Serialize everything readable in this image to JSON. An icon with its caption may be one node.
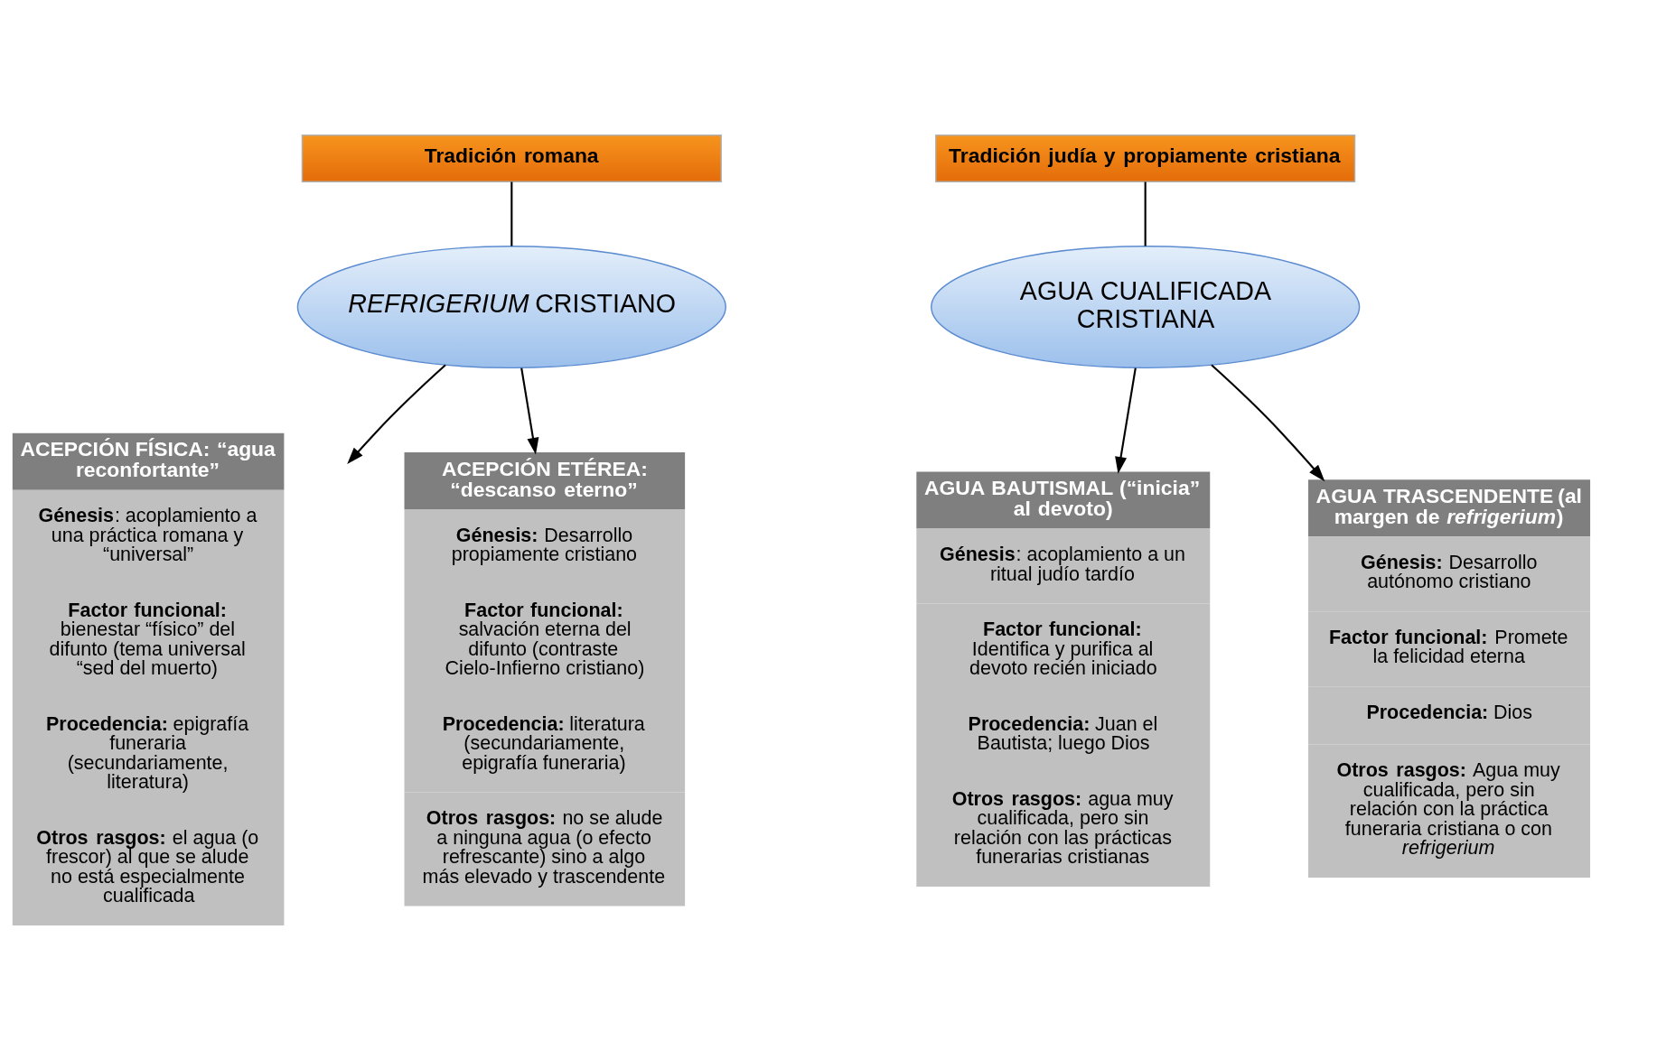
{
  "diagram": {
    "nodes": [
      {
        "text": [
          "Tradición  romana"
        ]
      },
      {
        "text": [
          "*REFRIGERIUM* CRISTIANO"
        ]
      },
      {
        "text": [
          "Tradición judía y propiamente cristiana"
        ]
      },
      {
        "text": [
          "AGUA CUALIFICADA CRISTIANA"
        ]
      },
      {
        "text": [
          "ACEPCIÓN FÍSICA: “agua reconfortante”",
          "**Génesis**: acoplamiento a una práctica romana y “universal”",
          "**Factor funcional:** bienestar “físico” del difunto (tema universal “sed del muerto)",
          "**Procedencia:** epigrafía funeraria (secundariamente, literatura)",
          "**Otros rasgos:** el agua (o frescor) al que se alude no está especialmente cualificada"
        ]
      },
      {
        "text": [
          "ACEPCIÓN ETÉREA: “descanso eterno”",
          "**Génesis:** Desarrollo propiamente cristiano",
          "**Factor funcional:** salvación eterna del difunto (contraste Cielo-Infierno cristiano)",
          "**Procedencia:** literatura (secundariamente, epigrafía funeraria)",
          "**Otros rasgos:** no se alude a ninguna agua (o efecto refrescante) sino a algo más elevado y trascendente"
        ]
      },
      {
        "text": [
          "AGUA BAUTISMAL (“inicia” al devoto)",
          "**Génesis**: acoplamiento a un ritual judío tardío",
          "**Factor funcional:** Identifica y purifica al devoto recién iniciado",
          "**Procedencia:** Juan el Bautista; luego Dios",
          "**Otros rasgos:** agua muy cualificada, pero sin relación con las prácticas funerarias cristianas"
        ]
      },
      {
        "text": [
          "AGUA TRASCENDENTE (al margen de *refrigerium*)",
          "**Génesis:** Desarrollo autónomo cristiano",
          "**Factor funcional:** Promete la felicidad eterna",
          "**Procedencia:** Dios",
          "**Otros rasgos:** Agua muy cualificada, pero sin relación con la práctica funeraria cristiana o con *refrigerium*"
        ]
      }
    ],
    "edges": [
      {
        "from": 0,
        "to": 1,
        "arrow": "none"
      },
      {
        "from": 1,
        "to": 4,
        "arrow": "to"
      },
      {
        "from": 1,
        "to": 5,
        "arrow": "to"
      },
      {
        "from": 2,
        "to": 3,
        "arrow": "none"
      },
      {
        "from": 3,
        "to": 6,
        "arrow": "to"
      },
      {
        "from": 3,
        "to": 7,
        "arrow": "to"
      }
    ]
  }
}
